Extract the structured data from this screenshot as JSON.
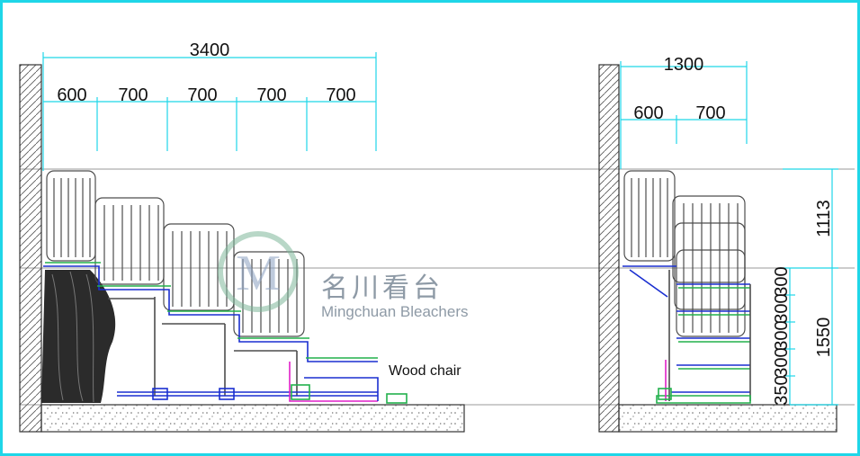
{
  "left_view": {
    "overall_width": "3400",
    "segments": [
      "600",
      "700",
      "700",
      "700",
      "700"
    ],
    "note": "Wood chair"
  },
  "right_view": {
    "overall_width": "1300",
    "segments": [
      "600",
      "700"
    ],
    "vertical_dims": [
      "1113",
      "1550"
    ],
    "step_heights": [
      "300",
      "300",
      "300",
      "300",
      "350"
    ]
  },
  "watermark": {
    "logo_letter": "M",
    "name_cn": "名川看台",
    "name_en": "Mingchuan Bleachers"
  },
  "colors": {
    "border": "#1fd6e8",
    "dimension_line": "#1fd6e8",
    "frame": "#1a2fd0",
    "chair": "#4d4d4d",
    "accent_green": "#22b14c",
    "accent_magenta": "#e020c8"
  }
}
